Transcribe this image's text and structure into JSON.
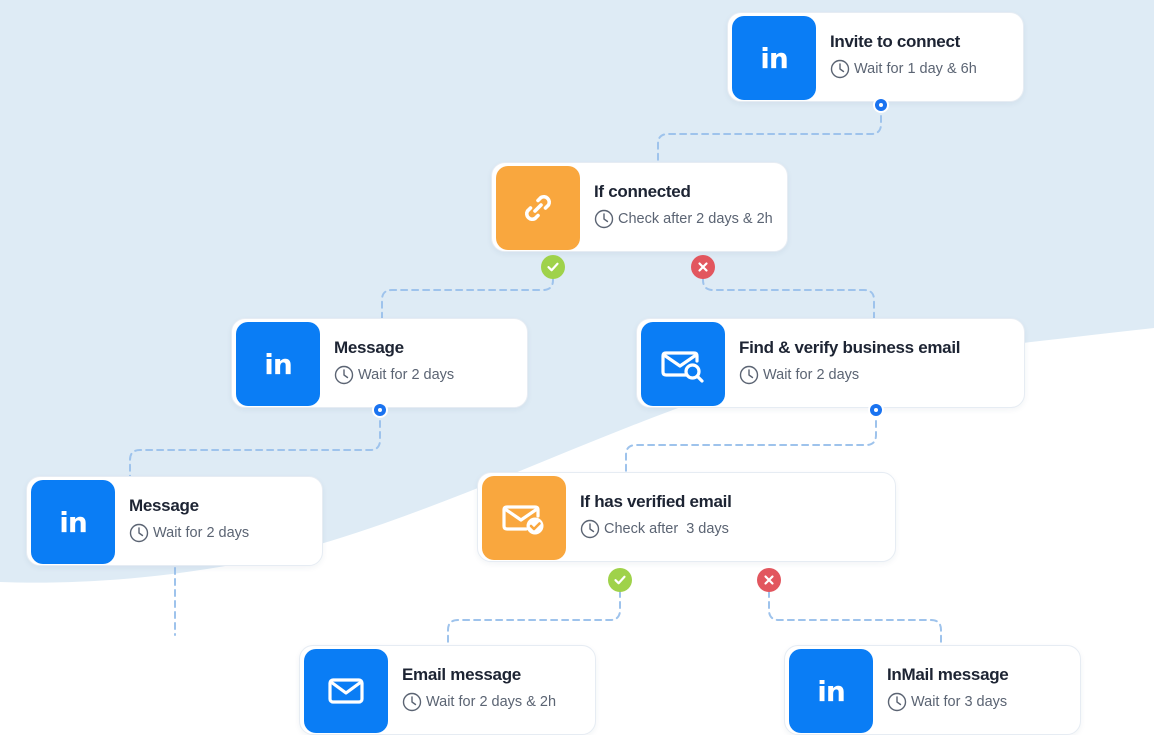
{
  "colors": {
    "linkedin_blue": "#0a7df5",
    "condition_orange": "#f9a73e",
    "yes_green": "#9fd24a",
    "no_red": "#e2565e",
    "connector": "#9ec3ec",
    "background_wave": "#deebf5"
  },
  "nodes": [
    {
      "id": "invite",
      "icon": "linkedin-icon",
      "icon_text": "in",
      "title": "Invite to connect",
      "subtitle": "Wait for 1 day & 6h"
    },
    {
      "id": "if-connected",
      "icon": "link-icon",
      "title": "If connected",
      "subtitle": "Check after 2 days & 2h"
    },
    {
      "id": "message-1",
      "icon": "linkedin-icon",
      "icon_text": "in",
      "title": "Message",
      "subtitle": "Wait for 2 days"
    },
    {
      "id": "find-email",
      "icon": "email-search-icon",
      "title": "Find & verify business email",
      "subtitle": "Wait for 2 days"
    },
    {
      "id": "message-2",
      "icon": "linkedin-icon",
      "icon_text": "in",
      "title": "Message",
      "subtitle": "Wait for 2 days"
    },
    {
      "id": "if-verified",
      "icon": "email-check-icon",
      "title": "If has verified email",
      "subtitle": "Check after  3 days"
    },
    {
      "id": "email-message",
      "icon": "envelope-icon",
      "title": "Email message",
      "subtitle": "Wait for 2 days & 2h"
    },
    {
      "id": "inmail-message",
      "icon": "linkedin-icon",
      "icon_text": "in",
      "title": "InMail message",
      "subtitle": "Wait for 3 days"
    }
  ],
  "edges": [
    {
      "from": "invite",
      "to": "if-connected"
    },
    {
      "from": "if-connected",
      "to": "message-1",
      "branch": "yes"
    },
    {
      "from": "if-connected",
      "to": "find-email",
      "branch": "no"
    },
    {
      "from": "message-1",
      "to": "message-2"
    },
    {
      "from": "find-email",
      "to": "if-verified"
    },
    {
      "from": "if-verified",
      "to": "email-message",
      "branch": "yes"
    },
    {
      "from": "if-verified",
      "to": "inmail-message",
      "branch": "no"
    }
  ]
}
